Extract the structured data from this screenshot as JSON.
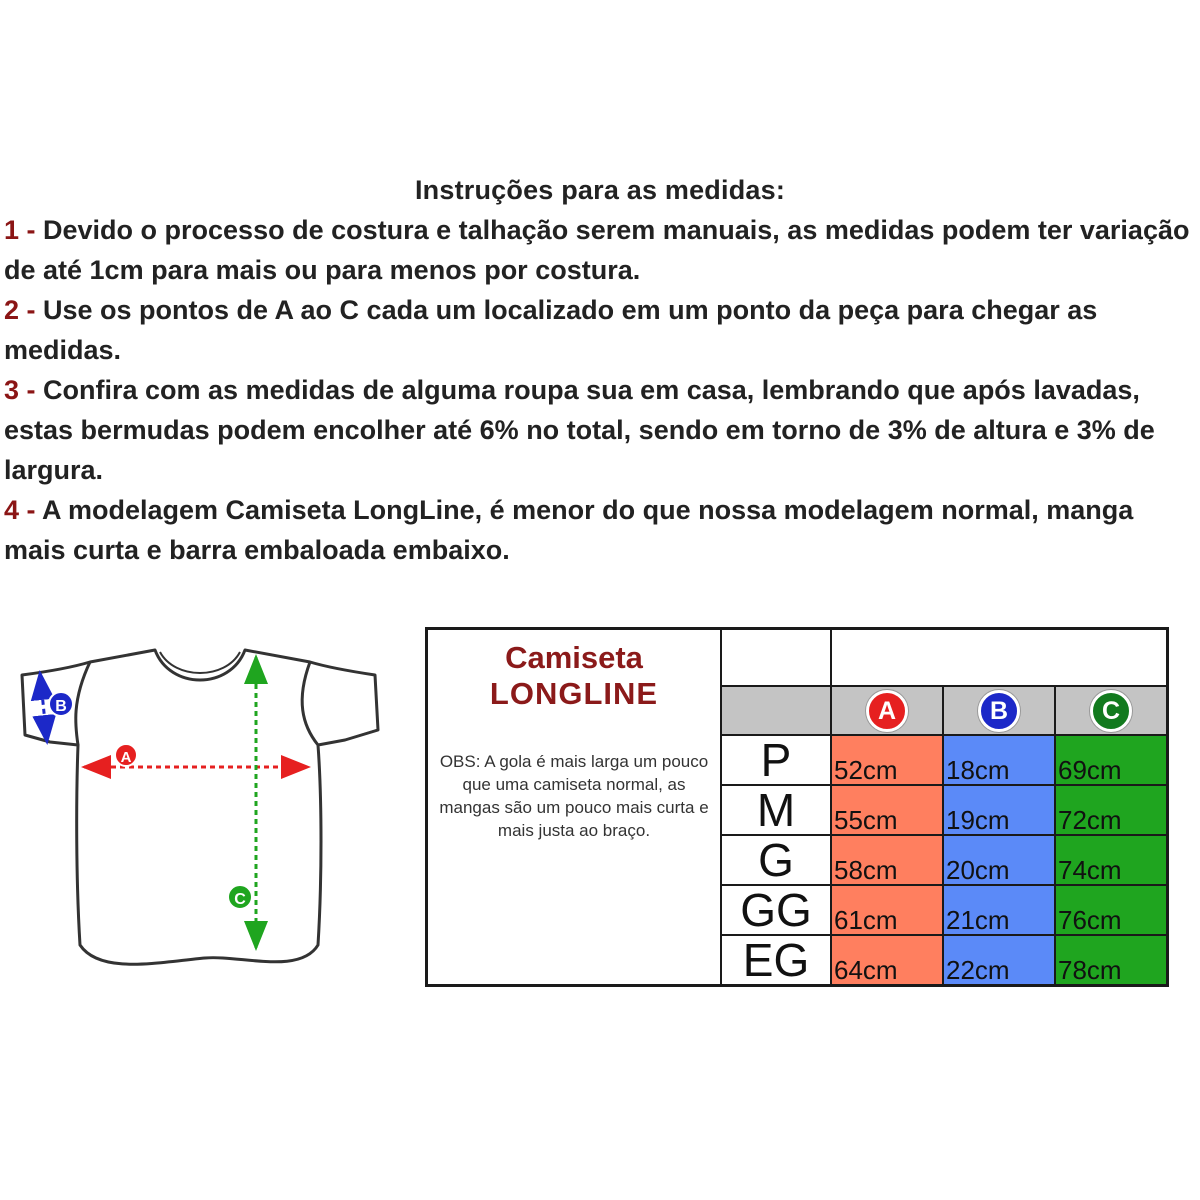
{
  "instructions": {
    "title": "Instruções para as medidas:",
    "items": [
      {
        "num": "1 -",
        "text": " Devido o processo de costura e talhação serem manuais, as medidas podem ter variação de até 1cm para mais ou para menos por costura."
      },
      {
        "num": "2 -",
        "text": " Use os pontos de A ao C cada um localizado em um ponto da peça para chegar as medidas."
      },
      {
        "num": "3 -",
        "text": " Confira com as medidas de alguma roupa sua em casa, lembrando que após lavadas, estas bermudas podem encolher até 6% no total, sendo em torno de 3% de altura e 3% de largura."
      },
      {
        "num": "4 -",
        "text": " A modelagem Camiseta LongLine, é menor do que nossa modelagem normal, manga mais curta e barra embaloada embaixo."
      }
    ]
  },
  "diagram": {
    "labels": {
      "a": "A",
      "b": "B",
      "c": "C"
    },
    "colors": {
      "a": "#e62020",
      "b": "#1c28c8",
      "c": "#127a1e"
    }
  },
  "table": {
    "brand_line1": "Camiseta",
    "brand_line2": "LONGLINE",
    "obs": "OBS: A gola é mais larga um pouco que uma camiseta normal, as mangas são um pouco mais curta e mais justa ao braço.",
    "headers": [
      "A",
      "B",
      "C"
    ],
    "rows": [
      {
        "size": "P",
        "a": "52cm",
        "b": "18cm",
        "c": "69cm"
      },
      {
        "size": "M",
        "a": "55cm",
        "b": "19cm",
        "c": "72cm"
      },
      {
        "size": "G",
        "a": "58cm",
        "b": "20cm",
        "c": "74cm"
      },
      {
        "size": "GG",
        "a": "61cm",
        "b": "21cm",
        "c": "76cm"
      },
      {
        "size": "EG",
        "a": "64cm",
        "b": "22cm",
        "c": "78cm"
      }
    ],
    "colors": {
      "a": "#ff7f5f",
      "b": "#5b8af8",
      "c": "#1fa51f",
      "header": "#c4c4c4"
    }
  }
}
